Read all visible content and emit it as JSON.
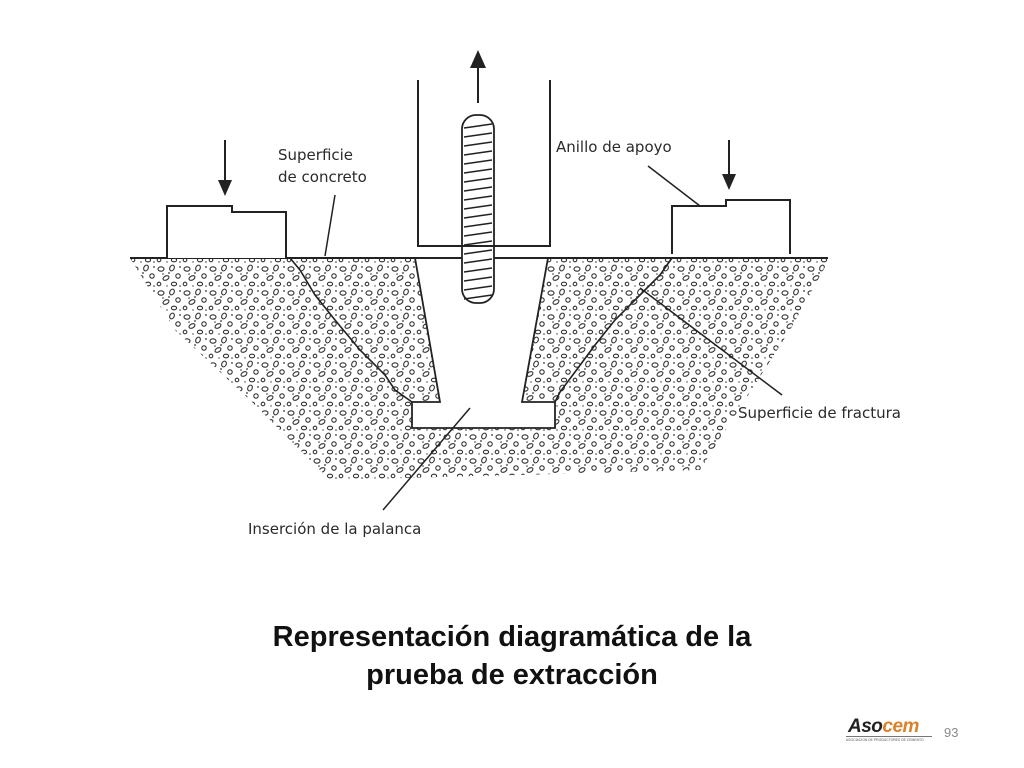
{
  "diagram": {
    "labels": {
      "concrete_surface": [
        "Superficie",
        "de concreto"
      ],
      "support_ring": "Anillo de apoyo",
      "fracture_surface": "Superficie de fractura",
      "lever_insertion": "Inserción de la palanca"
    }
  },
  "caption": {
    "line1": "Representación diagramática de la",
    "line2": "prueba de extracción"
  },
  "logo": {
    "text_main": "Aso",
    "text_accent": "cem",
    "subtitle": "ASOCIACION DE PRODUCTORES DE CEMENTO"
  },
  "page_number": "93"
}
